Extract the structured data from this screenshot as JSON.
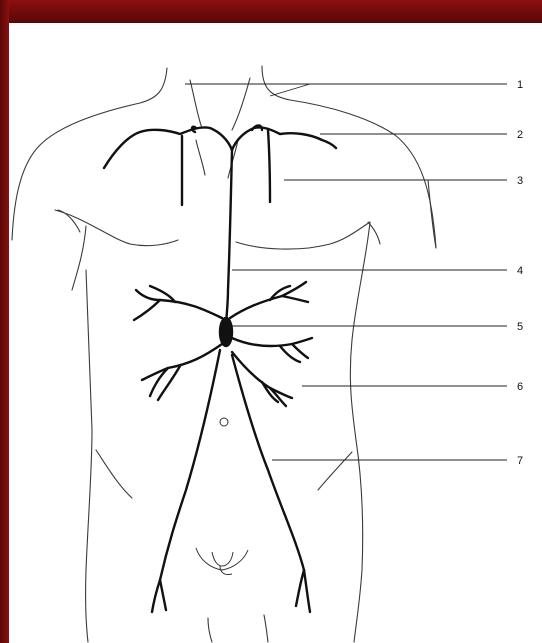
{
  "colors": {
    "frame": "#8b1010",
    "frame_dark": "#5a0606",
    "line": "#111111",
    "body_outline": "#3a3a3a",
    "background": "#ffffff"
  },
  "callouts": [
    {
      "label": "1"
    },
    {
      "label": "2"
    },
    {
      "label": "3"
    },
    {
      "label": "4"
    },
    {
      "label": "5"
    },
    {
      "label": "6"
    },
    {
      "label": "7"
    }
  ]
}
